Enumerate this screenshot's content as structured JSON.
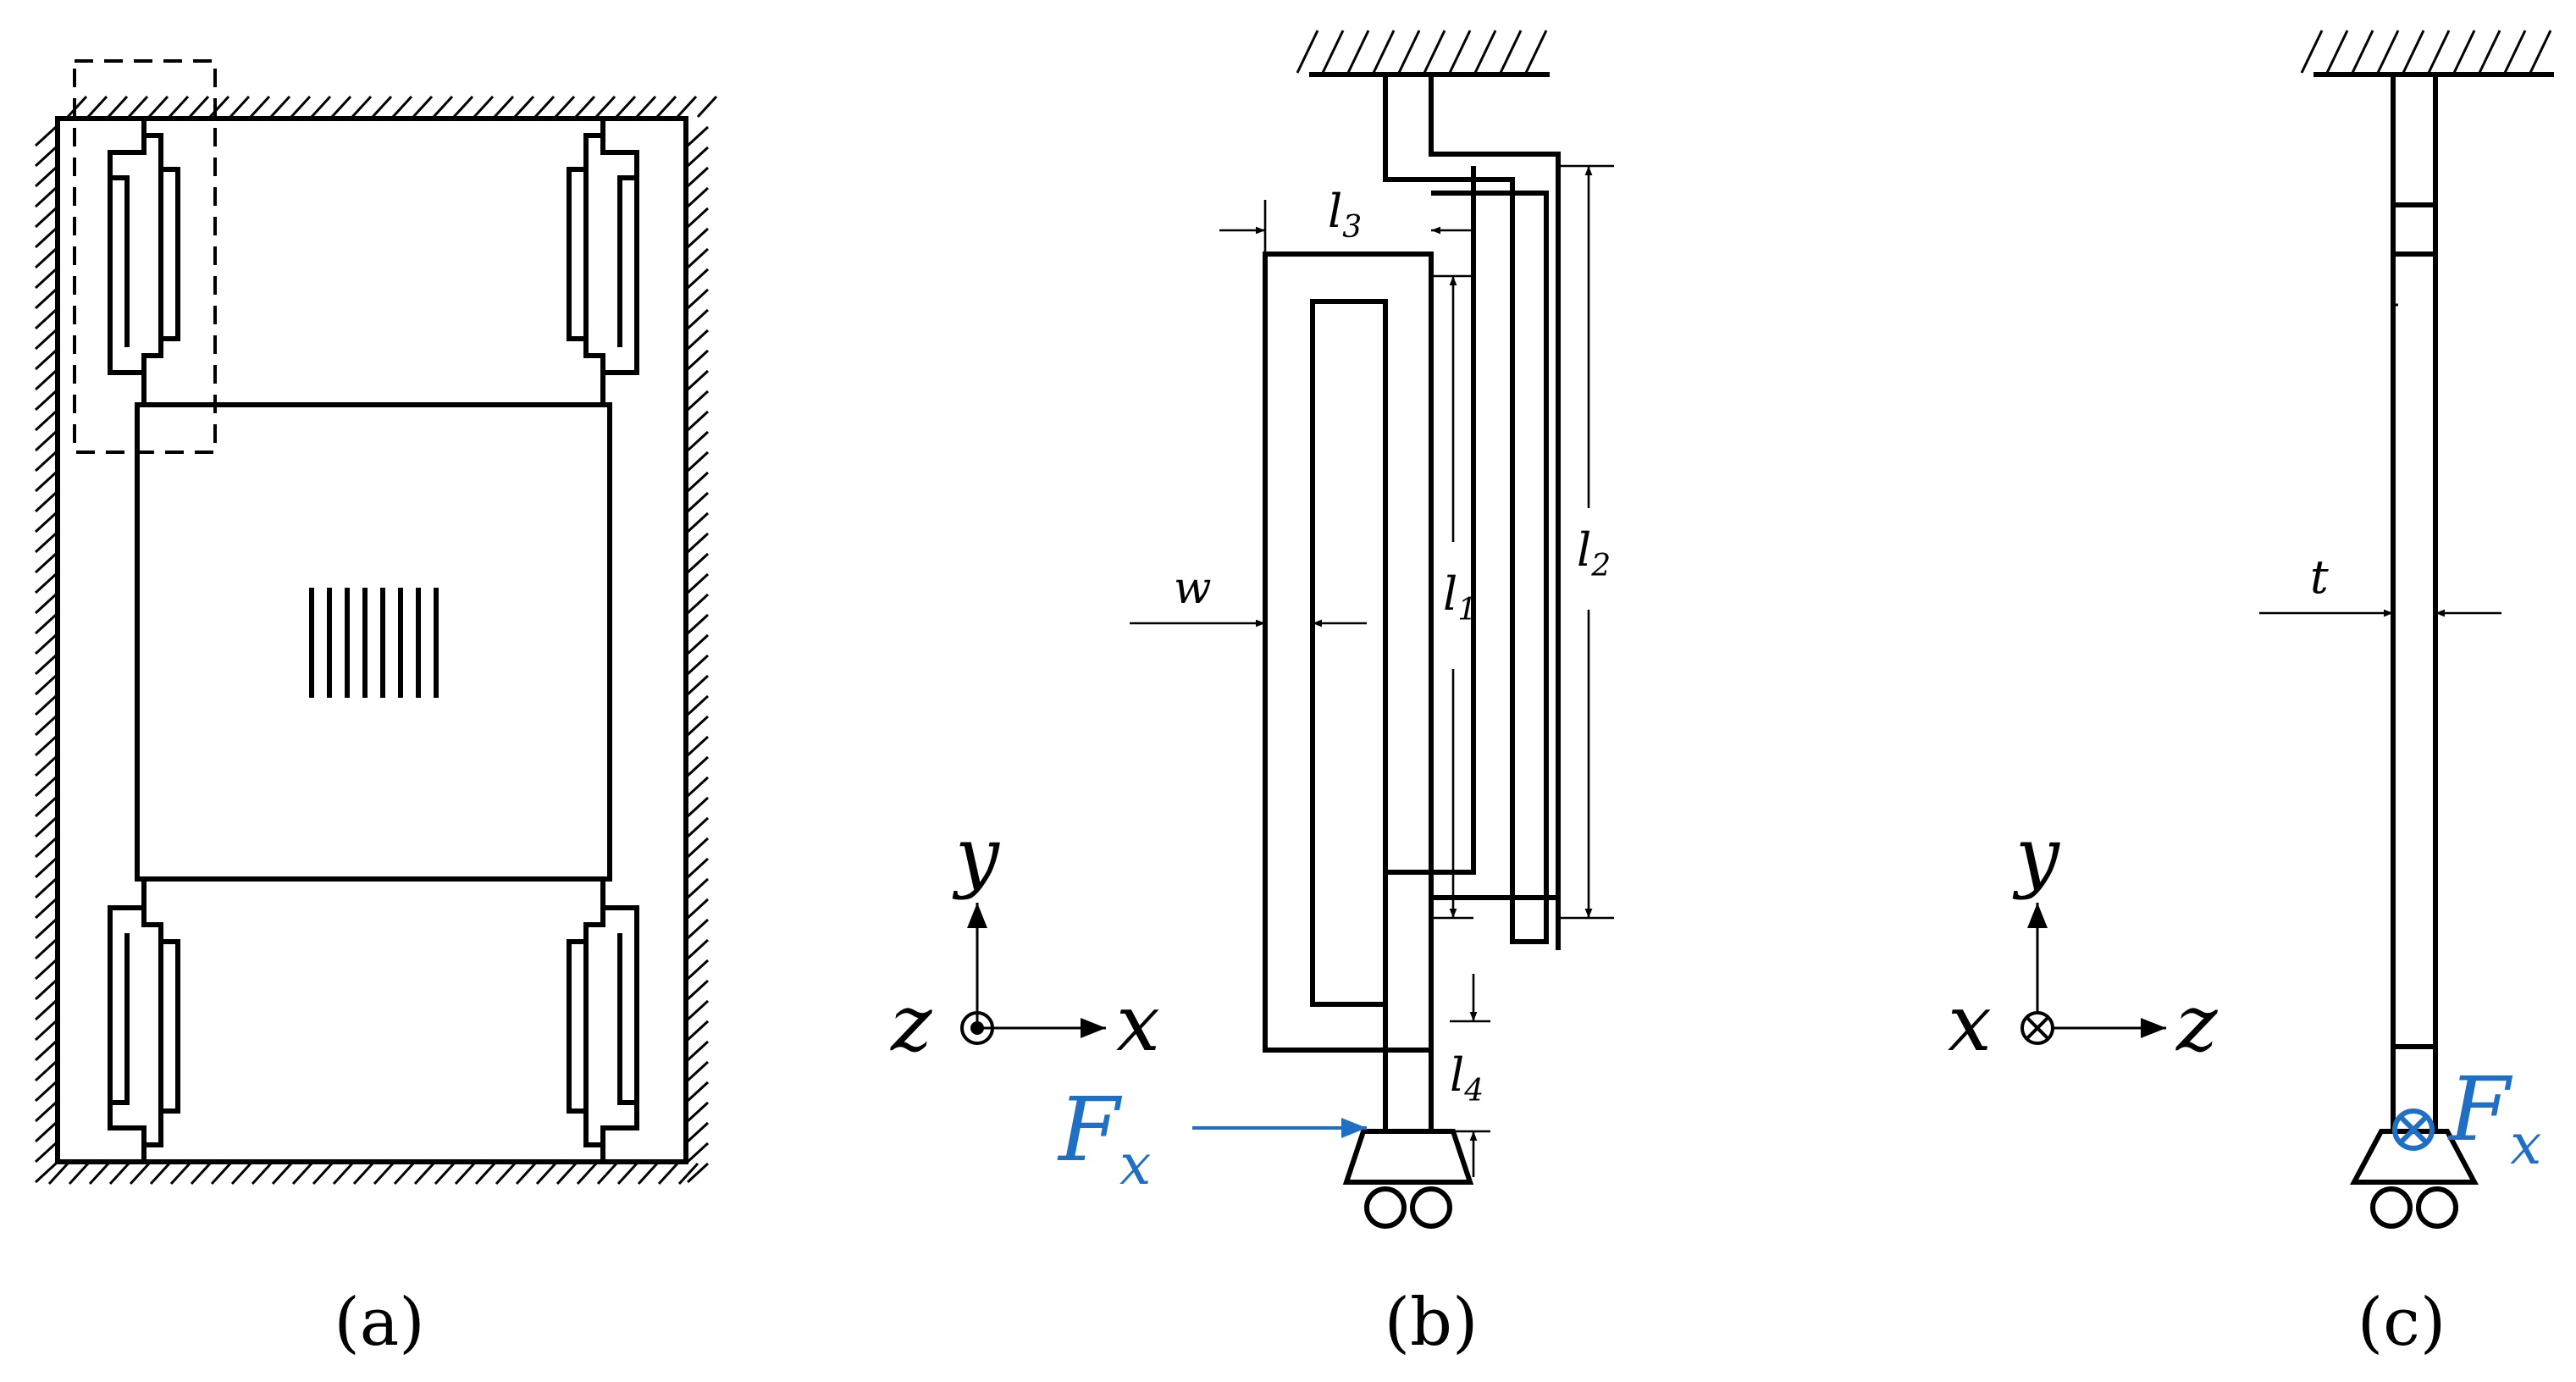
{
  "panels": [
    {
      "id": "a",
      "caption": "(a)"
    },
    {
      "id": "b",
      "caption": "(b)"
    },
    {
      "id": "c",
      "caption": "(c)"
    }
  ],
  "dimensions": {
    "l1": {
      "base": "l",
      "sub": "1"
    },
    "l2": {
      "base": "l",
      "sub": "2"
    },
    "l3": {
      "base": "l",
      "sub": "3"
    },
    "l4": {
      "base": "l",
      "sub": "4"
    },
    "w": "w",
    "t": "t"
  },
  "axes_b": {
    "vertical": "y",
    "horizontal": "x",
    "out_of_plane": "z"
  },
  "axes_c": {
    "vertical": "y",
    "horizontal": "z",
    "out_of_plane": "x"
  },
  "force": {
    "base": "F",
    "sub": "x"
  },
  "colors": {
    "force": "#1f6fc4",
    "line": "#000000"
  }
}
